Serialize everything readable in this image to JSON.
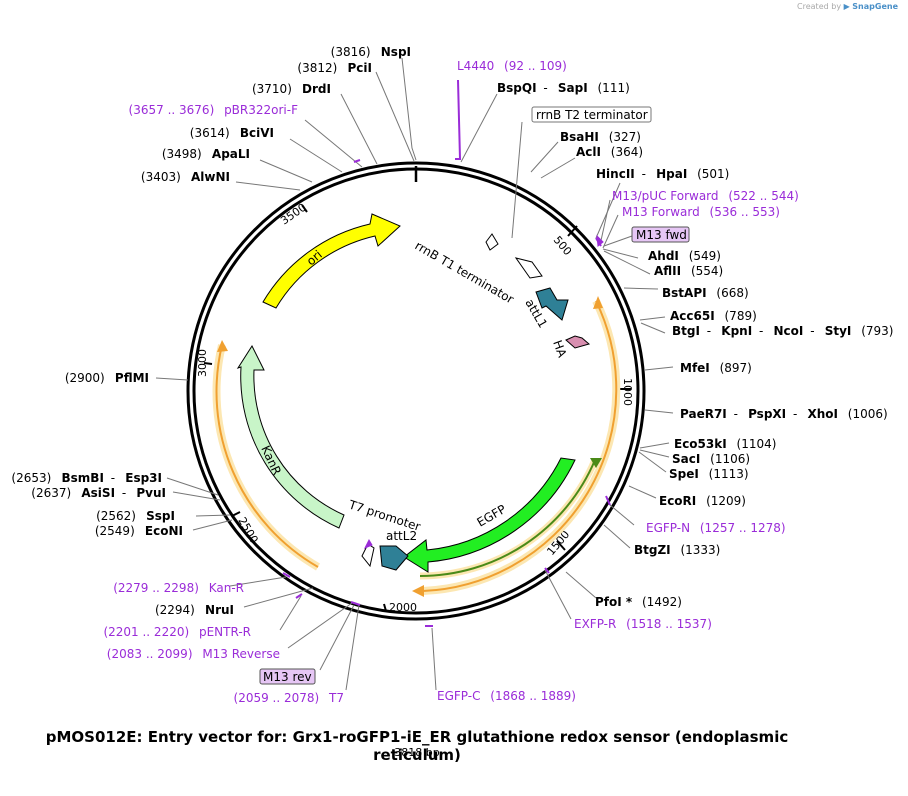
{
  "credit": {
    "prefix": "Created by",
    "brand": "SnapGene"
  },
  "title": "pMOS012E: Entry vector for: Grx1-roGFP1-iE_ER glutathione redox sensor (endoplasmic reticulum)",
  "size_label": "3818 bp",
  "total_bp": 3818,
  "ticks": [
    "500",
    "1000",
    "1500",
    "2000",
    "2500",
    "3000",
    "3500"
  ],
  "features": [
    {
      "name": "ori",
      "color": "#ffff00",
      "type": "origin"
    },
    {
      "name": "rrnB T1 terminator",
      "color": "#ffffff",
      "type": "terminator"
    },
    {
      "name": "attL1",
      "color": "#2f8096",
      "type": "att"
    },
    {
      "name": "HA",
      "color": "#d88fb0",
      "type": "tag"
    },
    {
      "name": "EGFP",
      "color": "#22ee22",
      "type": "cds"
    },
    {
      "name": "T7 promoter",
      "color": "#ffffff",
      "type": "promoter"
    },
    {
      "name": "attL2",
      "color": "#2f8096",
      "type": "att"
    },
    {
      "name": "KanR",
      "color": "#c8f5c8",
      "type": "cds"
    }
  ],
  "sites": [
    {
      "id": "nsp",
      "parts": [
        [
          "(3816)",
          "n"
        ],
        [
          "NspI",
          "b"
        ]
      ]
    },
    {
      "id": "pci",
      "parts": [
        [
          "(3812)",
          "n"
        ],
        [
          "PciI",
          "b"
        ]
      ]
    },
    {
      "id": "drd",
      "parts": [
        [
          "(3710)",
          "n"
        ],
        [
          "DrdI",
          "b"
        ]
      ]
    },
    {
      "id": "pbr",
      "parts": [
        [
          "(3657 .. 3676)",
          "p"
        ],
        [
          "pBR322ori-F",
          "p"
        ]
      ]
    },
    {
      "id": "bcl",
      "parts": [
        [
          "(3614)",
          "n"
        ],
        [
          "BciVI",
          "b"
        ]
      ]
    },
    {
      "id": "apa",
      "parts": [
        [
          "(3498)",
          "n"
        ],
        [
          "ApaLI",
          "b"
        ]
      ]
    },
    {
      "id": "alw",
      "parts": [
        [
          "(3403)",
          "n"
        ],
        [
          "AlwNI",
          "b"
        ]
      ]
    },
    {
      "id": "l44",
      "parts": [
        [
          "L4440",
          "p"
        ],
        [
          "(92 .. 109)",
          "p"
        ]
      ]
    },
    {
      "id": "bsp",
      "parts": [
        [
          "BspQI",
          "b"
        ],
        [
          "-",
          "n"
        ],
        [
          "SapI",
          "b"
        ],
        [
          "(111)",
          "n"
        ]
      ]
    },
    {
      "id": "rrt2",
      "parts": [
        [
          "rrnB T2 terminator",
          "n"
        ]
      ]
    },
    {
      "id": "bsa",
      "parts": [
        [
          "BsaHI",
          "b"
        ],
        [
          "(327)",
          "n"
        ]
      ]
    },
    {
      "id": "acl",
      "parts": [
        [
          "AclI",
          "b"
        ],
        [
          "(364)",
          "n"
        ]
      ]
    },
    {
      "id": "hin",
      "parts": [
        [
          "HincII",
          "b"
        ],
        [
          "-",
          "n"
        ],
        [
          "HpaI",
          "b"
        ],
        [
          "(501)",
          "n"
        ]
      ]
    },
    {
      "id": "m13p",
      "parts": [
        [
          "M13/pUC Forward",
          "p"
        ],
        [
          "(522 .. 544)",
          "p"
        ]
      ]
    },
    {
      "id": "m13f",
      "parts": [
        [
          "M13 Forward",
          "p"
        ],
        [
          "(536 .. 553)",
          "p"
        ]
      ]
    },
    {
      "id": "m13fwd",
      "parts": [
        [
          "M13 fwd",
          "n"
        ]
      ]
    },
    {
      "id": "ahd",
      "parts": [
        [
          "AhdI",
          "b"
        ],
        [
          "(549)",
          "n"
        ]
      ]
    },
    {
      "id": "afl",
      "parts": [
        [
          "AflII",
          "b"
        ],
        [
          "(554)",
          "n"
        ]
      ]
    },
    {
      "id": "bst",
      "parts": [
        [
          "BstAPI",
          "b"
        ],
        [
          "(668)",
          "n"
        ]
      ]
    },
    {
      "id": "acc",
      "parts": [
        [
          "Acc65I",
          "b"
        ],
        [
          "(789)",
          "n"
        ]
      ]
    },
    {
      "id": "btg",
      "parts": [
        [
          "BtgI",
          "b"
        ],
        [
          "-",
          "n"
        ],
        [
          "KpnI",
          "b"
        ],
        [
          "-",
          "n"
        ],
        [
          "NcoI",
          "b"
        ],
        [
          "-",
          "n"
        ],
        [
          "StyI",
          "b"
        ],
        [
          "(793)",
          "n"
        ]
      ]
    },
    {
      "id": "mfe",
      "parts": [
        [
          "MfeI",
          "b"
        ],
        [
          "(897)",
          "n"
        ]
      ]
    },
    {
      "id": "pae",
      "parts": [
        [
          "PaeR7I",
          "b"
        ],
        [
          "-",
          "n"
        ],
        [
          "PspXI",
          "b"
        ],
        [
          "-",
          "n"
        ],
        [
          "XhoI",
          "b"
        ],
        [
          "(1006)",
          "n"
        ]
      ]
    },
    {
      "id": "e53",
      "parts": [
        [
          "Eco53kI",
          "b"
        ],
        [
          "(1104)",
          "n"
        ]
      ]
    },
    {
      "id": "sac",
      "parts": [
        [
          "SacI",
          "b"
        ],
        [
          "(1106)",
          "n"
        ]
      ]
    },
    {
      "id": "spe",
      "parts": [
        [
          "SpeI",
          "b"
        ],
        [
          "(1113)",
          "n"
        ]
      ]
    },
    {
      "id": "ecr",
      "parts": [
        [
          "EcoRI",
          "b"
        ],
        [
          "(1209)",
          "n"
        ]
      ]
    },
    {
      "id": "egn",
      "parts": [
        [
          "EGFP-N",
          "p"
        ],
        [
          "(1257 .. 1278)",
          "p"
        ]
      ]
    },
    {
      "id": "bgz",
      "parts": [
        [
          "BtgZI",
          "b"
        ],
        [
          "(1333)",
          "n"
        ]
      ]
    },
    {
      "id": "pfo",
      "parts": [
        [
          "PfoI *",
          "b"
        ],
        [
          "(1492)",
          "n"
        ]
      ]
    },
    {
      "id": "exr",
      "parts": [
        [
          "EXFP-R",
          "p"
        ],
        [
          "(1518 .. 1537)",
          "p"
        ]
      ]
    },
    {
      "id": "egc",
      "parts": [
        [
          "EGFP-C",
          "p"
        ],
        [
          "(1868 .. 1889)",
          "p"
        ]
      ]
    },
    {
      "id": "t7",
      "parts": [
        [
          "(2059 .. 2078)",
          "p"
        ],
        [
          "T7",
          "p"
        ]
      ]
    },
    {
      "id": "m13rev",
      "parts": [
        [
          "M13 rev",
          "n"
        ]
      ]
    },
    {
      "id": "m13r",
      "parts": [
        [
          "(2083 .. 2099)",
          "p"
        ],
        [
          "M13 Reverse",
          "p"
        ]
      ]
    },
    {
      "id": "pen",
      "parts": [
        [
          "(2201 .. 2220)",
          "p"
        ],
        [
          "pENTR-R",
          "p"
        ]
      ]
    },
    {
      "id": "nru",
      "parts": [
        [
          "(2294)",
          "n"
        ],
        [
          "NruI",
          "b"
        ]
      ]
    },
    {
      "id": "kanr",
      "parts": [
        [
          "(2279 .. 2298)",
          "p"
        ],
        [
          "Kan-R",
          "p"
        ]
      ]
    },
    {
      "id": "eco",
      "parts": [
        [
          "(2549)",
          "n"
        ],
        [
          "EcoNI",
          "b"
        ]
      ]
    },
    {
      "id": "ssp",
      "parts": [
        [
          "(2562)",
          "n"
        ],
        [
          "SspI",
          "b"
        ]
      ]
    },
    {
      "id": "asi",
      "parts": [
        [
          "(2637)",
          "n"
        ],
        [
          "AsiSI",
          "b"
        ],
        [
          "-",
          "n"
        ],
        [
          "PvuI",
          "b"
        ]
      ]
    },
    {
      "id": "bsm",
      "parts": [
        [
          "(2653)",
          "n"
        ],
        [
          "BsmBI",
          "b"
        ],
        [
          "-",
          "n"
        ],
        [
          "Esp3I",
          "b"
        ]
      ]
    },
    {
      "id": "pfl",
      "parts": [
        [
          "(2900)",
          "n"
        ],
        [
          "PflMI",
          "b"
        ]
      ]
    }
  ],
  "colors": {
    "primer": "#9a2cd8",
    "ring": "#000000",
    "orange": "#f0a030",
    "highlight": "#fce7b2"
  }
}
